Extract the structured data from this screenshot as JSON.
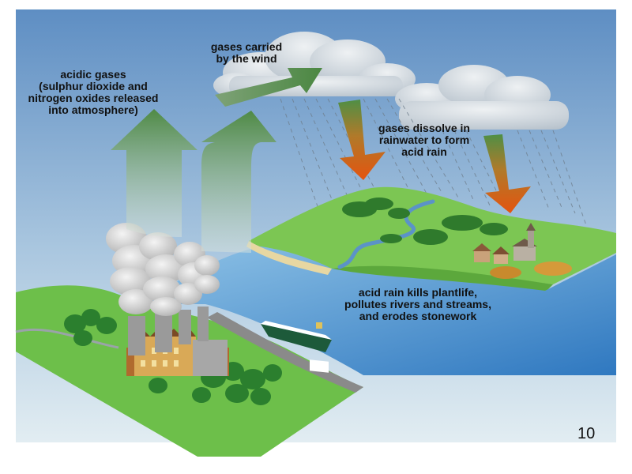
{
  "labels": {
    "acidic_gases": [
      "acidic gases",
      "(sulphur dioxide and",
      "nitrogen oxides released",
      "into atmosphere)"
    ],
    "gases_carried": [
      "gases carried",
      "by the wind"
    ],
    "gases_dissolve": [
      "gases dissolve in",
      "rainwater to form",
      "acid rain"
    ],
    "acid_rain_effects": [
      "acid rain kills plantlife,",
      "pollutes rivers and streams,",
      "and erodes stonework"
    ]
  },
  "page_number": "10",
  "colors": {
    "sky_top": "#5f8fc4",
    "sky_bottom": "#d7e6ef",
    "grass": "#6cbf4a",
    "water": "#3f86c6",
    "arrow_green": "#5d8a4c",
    "arrow_orange": "#e05a12",
    "smoke": "#c9c9c9",
    "factory": "#d9a957"
  }
}
